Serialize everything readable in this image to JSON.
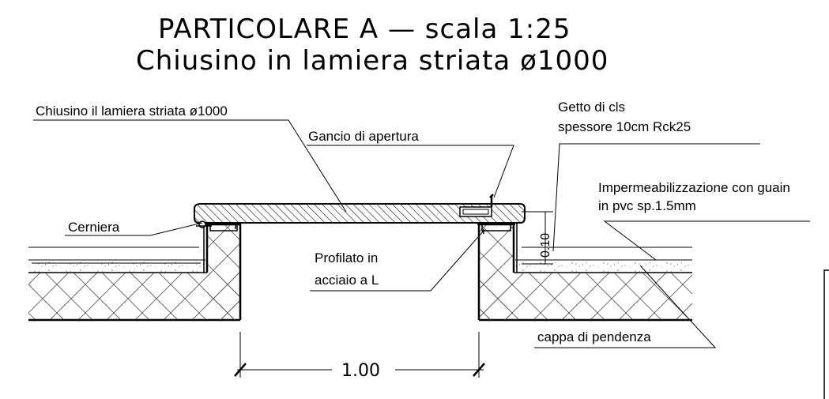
{
  "title": {
    "line1": "PARTICOLARE A — scala 1:25",
    "line2": "Chiusino in lamiera striata ø1000"
  },
  "labels": {
    "chiusino": "Chiusino il lamiera striata ø1000",
    "gancio": "Gancio di apertura",
    "getto_line1": "Getto di cls",
    "getto_line2": "spessore 10cm Rck25",
    "impermeab_line1": "Impermeabilizzazione con guain",
    "impermeab_line2": "in pvc sp.1.5mm",
    "cerniera": "Cerniera",
    "profilato_line1": "Profilato in",
    "profilato_line2": "acciaio a L",
    "cappa": "cappa di pendenza"
  },
  "dimensions": {
    "span": "1.00",
    "thickness": "0.10"
  },
  "colors": {
    "line": "#000000",
    "background": "#ffffff"
  }
}
